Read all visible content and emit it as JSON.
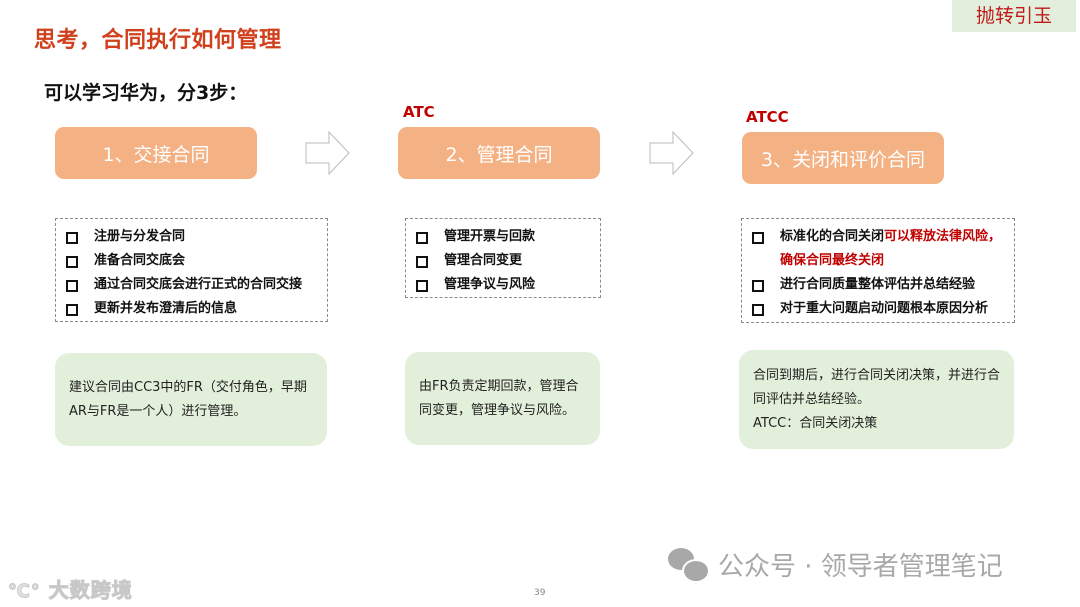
{
  "header": {
    "title": "思考，合同执行如何管理",
    "tag": "抛转引玉",
    "subtitle": "可以学习华为，分3步："
  },
  "steps": [
    {
      "label": "",
      "title": "1、交接合同",
      "items": [
        {
          "text": "注册与分发合同"
        },
        {
          "text": "准备合同交底会"
        },
        {
          "text": "通过合同交底会进行正式的合同交接"
        },
        {
          "text": "更新并发布澄清后的信息"
        }
      ],
      "note": "建议合同由CC3中的FR（交付角色，早期AR与FR是一个人）进行管理。"
    },
    {
      "label": "ATC",
      "title": "2、管理合同",
      "items": [
        {
          "text": "管理开票与回款"
        },
        {
          "text": "管理合同变更"
        },
        {
          "text": "管理争议与风险"
        }
      ],
      "note": "由FR负责定期回款，管理合同变更，管理争议与风险。"
    },
    {
      "label": "ATCC",
      "title": "3、关闭和评价合同",
      "items": [
        {
          "text": "标准化的合同关闭",
          "highlight": "可以释放法律风险，确保合同最终关闭"
        },
        {
          "text": "进行合同质量整体评估并总结经验"
        },
        {
          "text": "对于重大问题启动问题根本原因分析"
        }
      ],
      "note_lines": [
        "合同到期后，进行合同关闭决策，并进行合同评估并总结经验。",
        "ATCC：合同关闭决策"
      ]
    }
  ],
  "footer": {
    "page_number": "39",
    "watermark_left": "大数跨境",
    "watermark_right": "公众号 · 领导者管理笔记"
  },
  "icons": {
    "arrow": "right-arrow-outline-icon",
    "bullet": "hollow-square-bullet-icon",
    "wechat": "wechat-icon"
  },
  "colors": {
    "title": "#d0401c",
    "step_box": "#f4b183",
    "note_box": "#e2efda",
    "tag_bg": "#e2efdc",
    "accent_red": "#c00000"
  }
}
